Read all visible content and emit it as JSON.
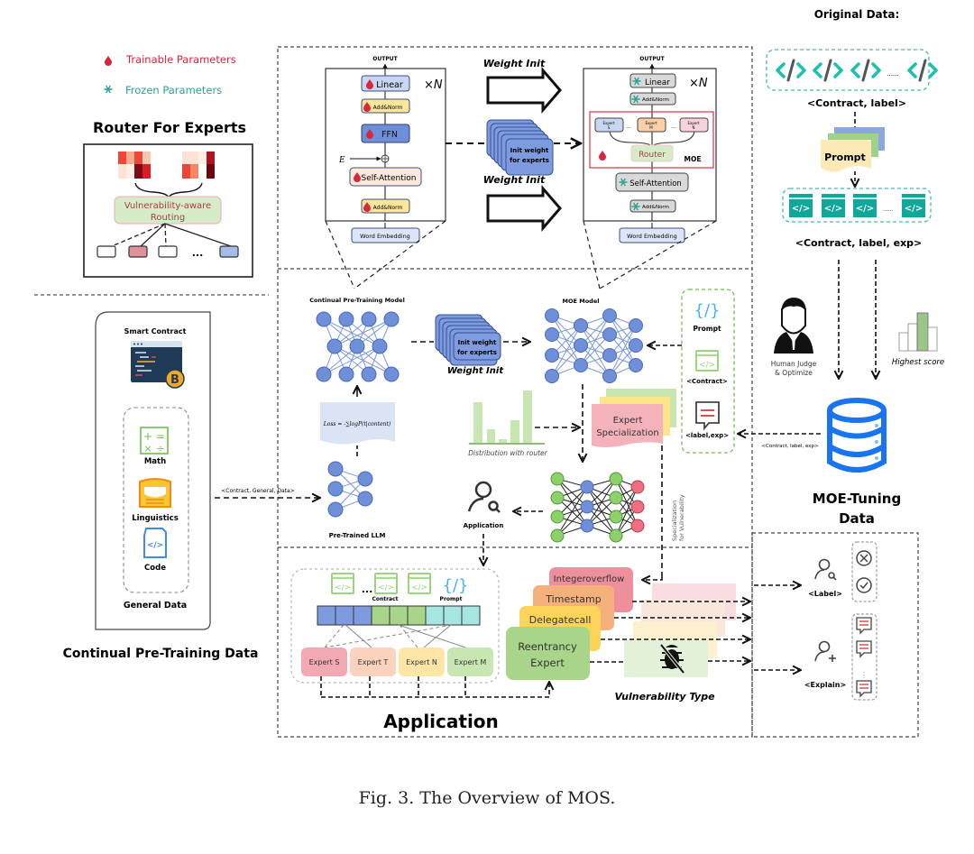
{
  "legend": {
    "trainable": "Trainable Parameters",
    "frozen": "Frozen Parameters",
    "trainable_color": "#d7263d",
    "frozen_color": "#2aa198"
  },
  "router_panel": {
    "title": "Router For Experts",
    "routing_label_1": "Vulnerability-aware",
    "routing_label_2": "Routing",
    "ellipsis": "..."
  },
  "left_transformer": {
    "output": "OUTPUT",
    "linear": "Linear",
    "add_norm_top": "Add&Norm",
    "ffn": "FFN",
    "e_label": "E",
    "self_attention": "Self-Attention",
    "add_norm_bottom": "Add&Norm",
    "word_embedding": "Word Embedding",
    "repeat": "×N"
  },
  "middle": {
    "weight_init_top": "Weight Init",
    "weight_init_bottom": "Weight Init",
    "init_weight_1": "Init weight",
    "init_weight_2": "for experts"
  },
  "right_transformer": {
    "output": "OUTPUT",
    "linear": "Linear",
    "add_norm_top": "Add&Norm",
    "expert_s_1": "Expert",
    "expert_s_2": "S",
    "expert_m_1": "Expert",
    "expert_m_2": "M",
    "expert_n_1": "Expert",
    "expert_n_2": "N",
    "ellipsis": "...",
    "router": "Router",
    "moe": "MOE",
    "self_attention": "Self-Attention",
    "add_norm_bottom": "Add&Norm",
    "word_embedding": "Word Embedding",
    "repeat": "×N"
  },
  "original_data": {
    "title": "Original Data:",
    "dots": "......",
    "contract_label": "<Contract, label>",
    "prompt": "Prompt",
    "dots2": "......",
    "contract_label_exp": "<Contract, label, exp>"
  },
  "human_judge": {
    "label_1": "Human Judge",
    "label_2": "& Optimize",
    "highest_score": "Highest score"
  },
  "moe_tuning": {
    "title_1": "MOE-Tuning",
    "title_2": "Data",
    "edge_label": "<Contract, label, exp>"
  },
  "pretraining_data": {
    "smart_contract": "Smart Contract",
    "math": "Math",
    "linguistics": "Linguistics",
    "code": "Code",
    "general_data": "General Data",
    "title": "Continual Pre-Training Data",
    "edge_label": "<Contract, General, Data>"
  },
  "models": {
    "cpt_model": "Continual Pre-Training  Model",
    "loss": "Loss = -∑logP(t|content)",
    "pretrained_llm": "Pre-Trained LLM",
    "weight_init": "Weight Init",
    "init_weight_1": "Init weight",
    "init_weight_2": "for experts",
    "moe_model": "MOE  Model",
    "distribution": "Distribution with router",
    "expert_spec_1": "Expert",
    "expert_spec_2": "Specialization",
    "application": "Application",
    "spec_vuln_1": "Specialization",
    "spec_vuln_2": "for Vulnerability"
  },
  "prompt_panel": {
    "prompt": "Prompt",
    "contract": "<Contract>",
    "label_exp": "<label,exp>"
  },
  "application": {
    "title": "Application",
    "dots": "...",
    "contract": "Contract",
    "prompt": "Prompt",
    "experts": [
      "Expert S",
      "Expert T",
      "Expert N",
      "Expert M"
    ],
    "vuln_types": [
      "Integeroverflow",
      "Timestamp",
      "Delegatecall"
    ],
    "reentrancy_1": "Reentrancy",
    "reentrancy_2": "Expert",
    "vuln_type_label": "Vulnerability Type"
  },
  "output_panel": {
    "label": "<Label>",
    "explain": "<Explain>",
    "vdots": "⋮"
  },
  "caption": "Fig. 3.  The Overview of MOS."
}
